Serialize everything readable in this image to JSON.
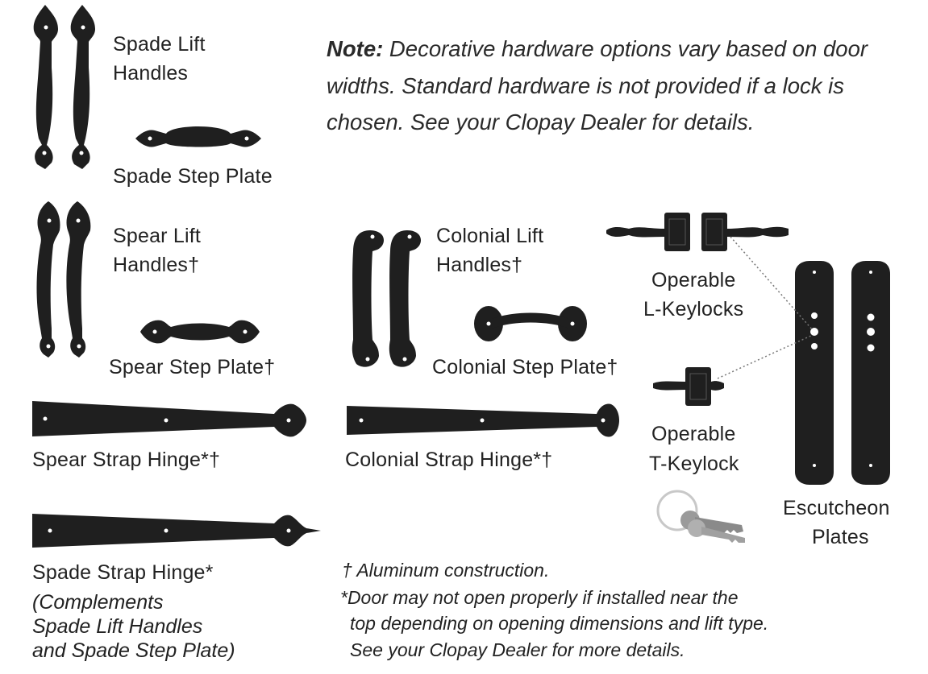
{
  "note": {
    "lead": "Note:",
    "text": " Decorative hardware options vary based on door widths. Standard hardware is not provided if a lock is chosen. See your Clopay Dealer for details."
  },
  "labels": {
    "spade_lift_1": "Spade Lift",
    "spade_lift_2": "Handles",
    "spade_step": "Spade Step Plate",
    "spear_lift_1": "Spear Lift",
    "spear_lift_2": "Handles†",
    "spear_step": "Spear Step Plate†",
    "colonial_lift_1": "Colonial Lift",
    "colonial_lift_2": "Handles†",
    "colonial_step": "Colonial Step Plate†",
    "spear_strap": "Spear Strap Hinge*†",
    "colonial_strap": "Colonial Strap Hinge*†",
    "spade_strap": "Spade Strap Hinge*",
    "complements_1": "(Complements",
    "complements_2": "Spade Lift Handles",
    "complements_3": "and Spade Step Plate)",
    "l_keylocks_1": "Operable",
    "l_keylocks_2": "L-Keylocks",
    "t_keylock_1": "Operable",
    "t_keylock_2": "T-Keylock",
    "escutcheon_1": "Escutcheon",
    "escutcheon_2": "Plates"
  },
  "footnotes": {
    "dagger": "† Aluminum construction.",
    "star_1": "*Door may not open properly if installed near the",
    "star_2": "top depending on opening dimensions and lift type.",
    "star_3": "See your Clopay Dealer for more details."
  },
  "colors": {
    "hardware": "#1f1f1f",
    "text": "#222222"
  }
}
